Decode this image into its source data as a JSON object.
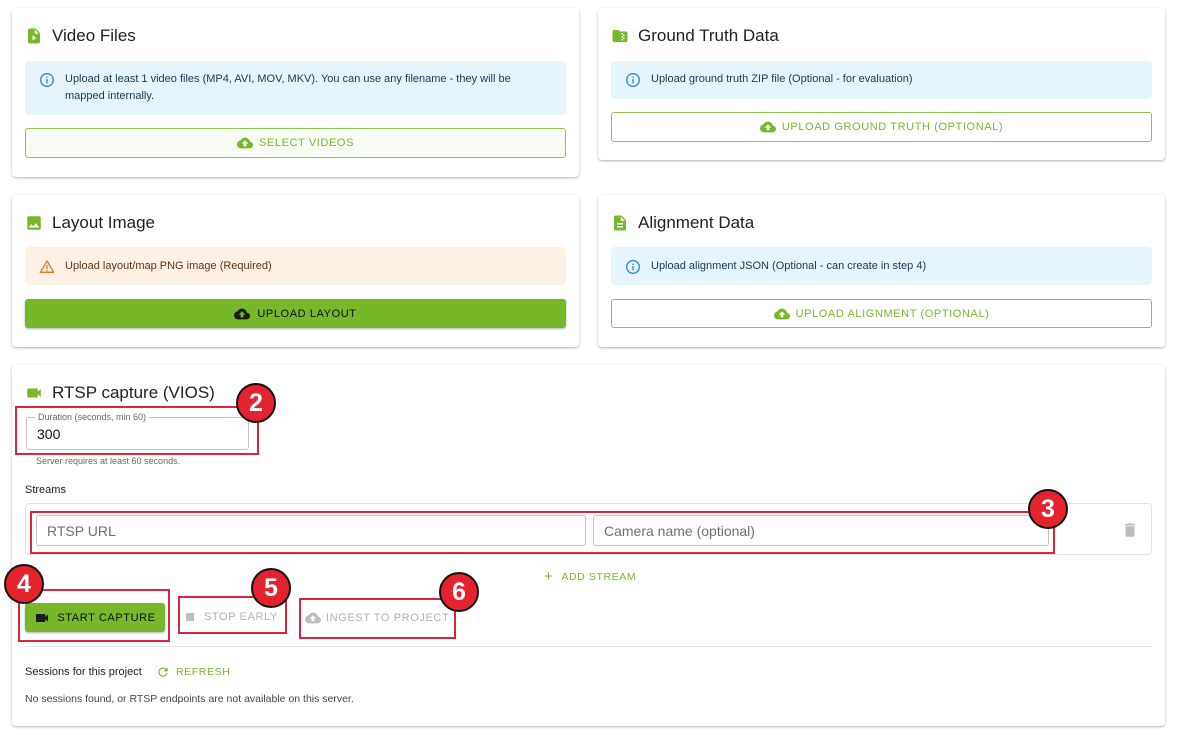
{
  "video_files": {
    "title": "Video Files",
    "info": "Upload at least 1 video files (MP4, AVI, MOV, MKV). You can use any filename - they will be mapped internally.",
    "button": "SELECT VIDEOS"
  },
  "ground_truth": {
    "title": "Ground Truth Data",
    "info": "Upload ground truth ZIP file (Optional - for evaluation)",
    "button": "UPLOAD GROUND TRUTH (OPTIONAL)"
  },
  "layout_image": {
    "title": "Layout Image",
    "warning": "Upload layout/map PNG image (Required)",
    "button": "UPLOAD LAYOUT"
  },
  "alignment": {
    "title": "Alignment Data",
    "info": "Upload alignment JSON (Optional - can create in step 4)",
    "button": "UPLOAD ALIGNMENT (OPTIONAL)"
  },
  "rtsp": {
    "title": "RTSP capture (VIOS)",
    "duration_label": "Duration (seconds, min 60)",
    "duration_value": "300",
    "duration_helper": "Server requires at least 60 seconds.",
    "streams_label": "Streams",
    "url_placeholder": "RTSP URL",
    "camera_placeholder": "Camera name (optional)",
    "add_stream": "ADD STREAM",
    "start_capture": "START CAPTURE",
    "stop_early": "STOP EARLY",
    "ingest": "INGEST TO PROJECT",
    "sessions_label": "Sessions for this project",
    "refresh": "REFRESH",
    "sessions_empty": "No sessions found, or RTSP endpoints are not available on this server."
  },
  "annotations": {
    "badge_2": "2",
    "badge_3": "3",
    "badge_4": "4",
    "badge_5": "5",
    "badge_6": "6"
  },
  "colors": {
    "accent": "#76b82a",
    "info_bg": "#e5f4fd",
    "warn_bg": "#fdf1e5",
    "badge": "#e4232e"
  },
  "icons": {
    "video_files": "video-file-icon",
    "ground_truth": "folder-zip-icon",
    "layout_image": "image-icon",
    "alignment": "document-icon",
    "rtsp": "videocam-icon",
    "info": "info-icon",
    "warning": "warning-icon",
    "upload": "cloud-upload-icon",
    "delete": "trash-icon",
    "add": "plus-icon",
    "stop": "stop-icon",
    "refresh": "refresh-icon"
  }
}
